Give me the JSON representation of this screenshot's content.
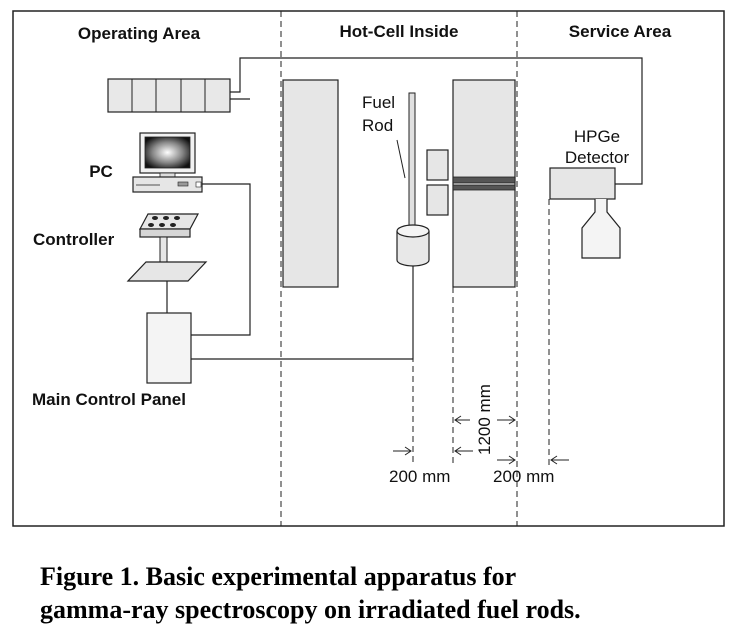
{
  "regions": {
    "operating_area": "Operating Area",
    "hot_cell_inside": "Hot-Cell Inside",
    "service_area": "Service Area"
  },
  "labels": {
    "pc": "PC",
    "controller": "Controller",
    "main_control_panel": "Main Control Panel",
    "fuel_rod_line1": "Fuel",
    "fuel_rod_line2": "Rod",
    "hpge_line1": "HPGe",
    "hpge_line2": "Detector"
  },
  "dimensions": {
    "dim_200_left": "200 mm",
    "dim_1200": "1200 mm",
    "dim_200_right": "200 mm"
  },
  "caption": {
    "line1": "Figure 1. Basic experimental apparatus for",
    "line2": "gamma-ray spectroscopy on irradiated fuel rods."
  },
  "colors": {
    "outline": "#222222",
    "fill_gray": "#e6e6e6",
    "band_dark": "#555555"
  }
}
